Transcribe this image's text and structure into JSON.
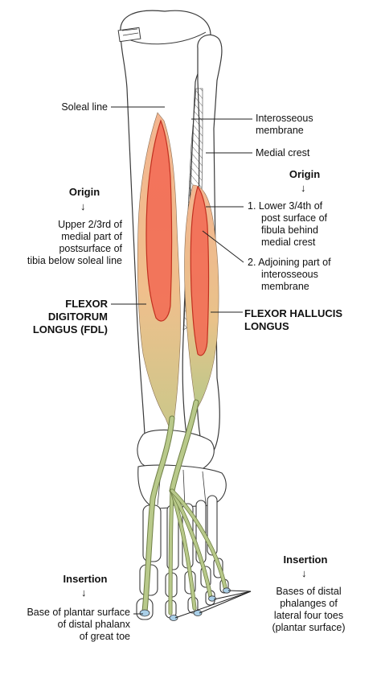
{
  "labels": {
    "soleal_line": "Soleal line",
    "interosseous_membrane": [
      "Interosseous",
      "membrane"
    ],
    "medial_crest": "Medial crest",
    "origin_left_title": "Origin",
    "origin_left_text": [
      "Upper 2/3rd of",
      "medial part of",
      "postsurface of",
      "tibia below soleal line"
    ],
    "origin_right_title": "Origin",
    "origin_right_item1": [
      "1. Lower 3/4th of",
      "post surface of",
      "fibula behind",
      "medial crest"
    ],
    "origin_right_item2": [
      "2. Adjoining part of",
      "interosseous",
      "membrane"
    ],
    "fdl_name": [
      "FLEXOR",
      "DIGITORUM",
      "LONGUS (FDL)"
    ],
    "fhl_name": [
      "FLEXOR HALLUCIS",
      "LONGUS"
    ],
    "insertion_left_title": "Insertion",
    "insertion_left_text": [
      "Base of plantar surface",
      "of distal phalanx",
      "of great toe"
    ],
    "insertion_right_title": "Insertion",
    "insertion_right_text": [
      "Bases of distal",
      "phalanges of",
      "lateral four toes",
      "(plantar surface)"
    ],
    "arrow_glyph": "↓"
  },
  "colors": {
    "bone_outline": "#3a3a3a",
    "muscle_orange": "#f0b98a",
    "muscle_red": "#f2634f",
    "tendon_green": "#b8c98a",
    "tendon_outline": "#6f7f45",
    "insertion_blue": "#a9cfe8"
  }
}
